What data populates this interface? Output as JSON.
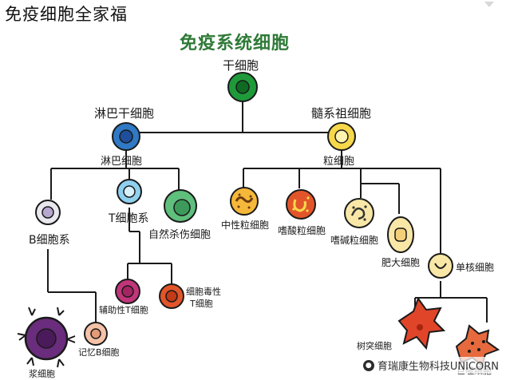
{
  "page_title": "免疫细胞全家福",
  "diagram": {
    "title": "免疫系统细胞",
    "labels": {
      "stem_cell": "干细胞",
      "lymphoid_stem": "淋巴干细胞",
      "myeloid_stem": "髓系祖细胞",
      "lymphoblast": "淋巴细胞",
      "myeloblast": "粒细胞",
      "b_cell_line": "B细胞系",
      "t_cell_line": "T细胞系",
      "nk_cell": "自然杀伤细胞",
      "neutrophil": "中性粒细胞",
      "eosinophil": "嗜酸粒细胞",
      "basophil": "嗜碱粒细胞",
      "mast_cell": "肥大细胞",
      "monocyte": "单核细胞",
      "helper_t": "辅助性T细胞",
      "cytotoxic_t_1": "细胞毒性",
      "cytotoxic_t_2": "T细胞",
      "memory_b": "记忆B细胞",
      "plasma_cell": "浆细胞",
      "dendritic_cell": "树突细胞",
      "macrophage": "巨噬细胞"
    }
  },
  "watermark": "育瑞康生物科技UNICORN",
  "colors": {
    "title_green": "#2e7a37",
    "stem": "#1f9a3a",
    "lymphoid": "#2f79c5",
    "myeloid": "#f6d84a",
    "light_blue": "#8fd0ef",
    "green_nk": "#5fbf7c",
    "orange": "#f5b83a",
    "red_orange": "#e2552a",
    "cream": "#f8e7a6",
    "purple": "#6a2c7c",
    "dendritic": "#e0452a"
  }
}
